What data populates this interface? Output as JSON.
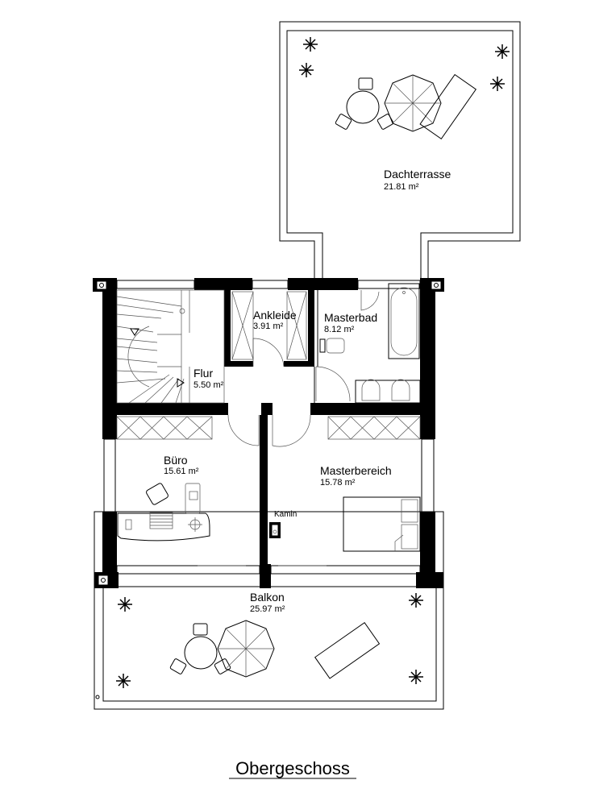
{
  "plan_title": "Obergeschoss",
  "rooms": {
    "dachterrasse": {
      "name": "Dachterrasse",
      "area": "21.81 m²"
    },
    "ankleide": {
      "name": "Ankleide",
      "area": "3.91 m²"
    },
    "masterbad": {
      "name": "Masterbad",
      "area": "8.12 m²"
    },
    "flur": {
      "name": "Flur",
      "area": "5.50 m²"
    },
    "buero": {
      "name": "Büro",
      "area": "15.61 m²"
    },
    "masterbereich": {
      "name": "Masterbereich",
      "area": "15.78 m²"
    },
    "balkon": {
      "name": "Balkon",
      "area": "25.97 m²"
    }
  },
  "fixtures": {
    "kamin": "Kamin"
  },
  "colors": {
    "wall": "#000000",
    "background": "#ffffff"
  }
}
